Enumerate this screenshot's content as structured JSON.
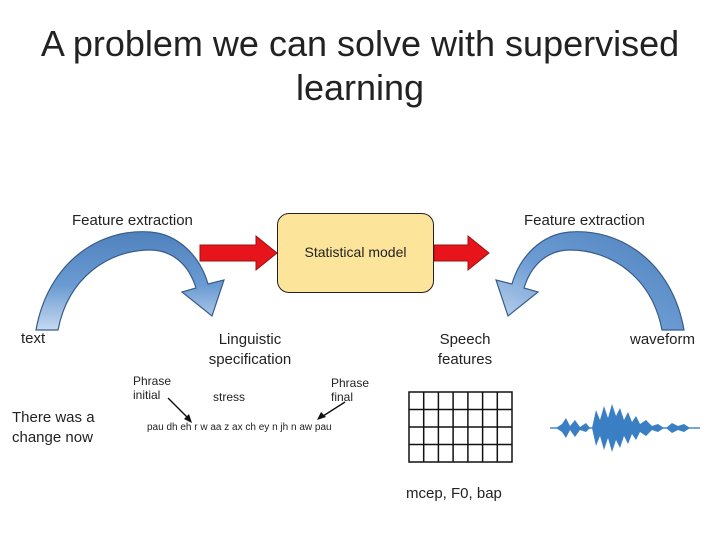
{
  "title": "A problem we can solve with supervised learning",
  "feature_extraction_left": "Feature extraction",
  "feature_extraction_right": "Feature extraction",
  "statistical_model": "Statistical model",
  "text_label": "text",
  "linguistic_line1": "Linguistic",
  "linguistic_line2": "specification",
  "speech_line1": "Speech",
  "speech_line2": "features",
  "waveform_label": "waveform",
  "example_text_line1": "There was a",
  "example_text_line2": "change now",
  "phrase_initial_line1": "Phrase",
  "phrase_initial_line2": "initial",
  "stress_label": "stress",
  "phrase_final_line1": "Phrase",
  "phrase_final_line2": "final",
  "phone_sequence": "pau dh eh r w aa z ax ch ey n jh n aw pau",
  "speech_params": "mcep, F0, bap",
  "colors": {
    "arrow_red": "#e8141b",
    "arrow_blue": "#4f81bd",
    "model_fill": "#fce59a",
    "waveform_blue": "#3a7fc4"
  }
}
